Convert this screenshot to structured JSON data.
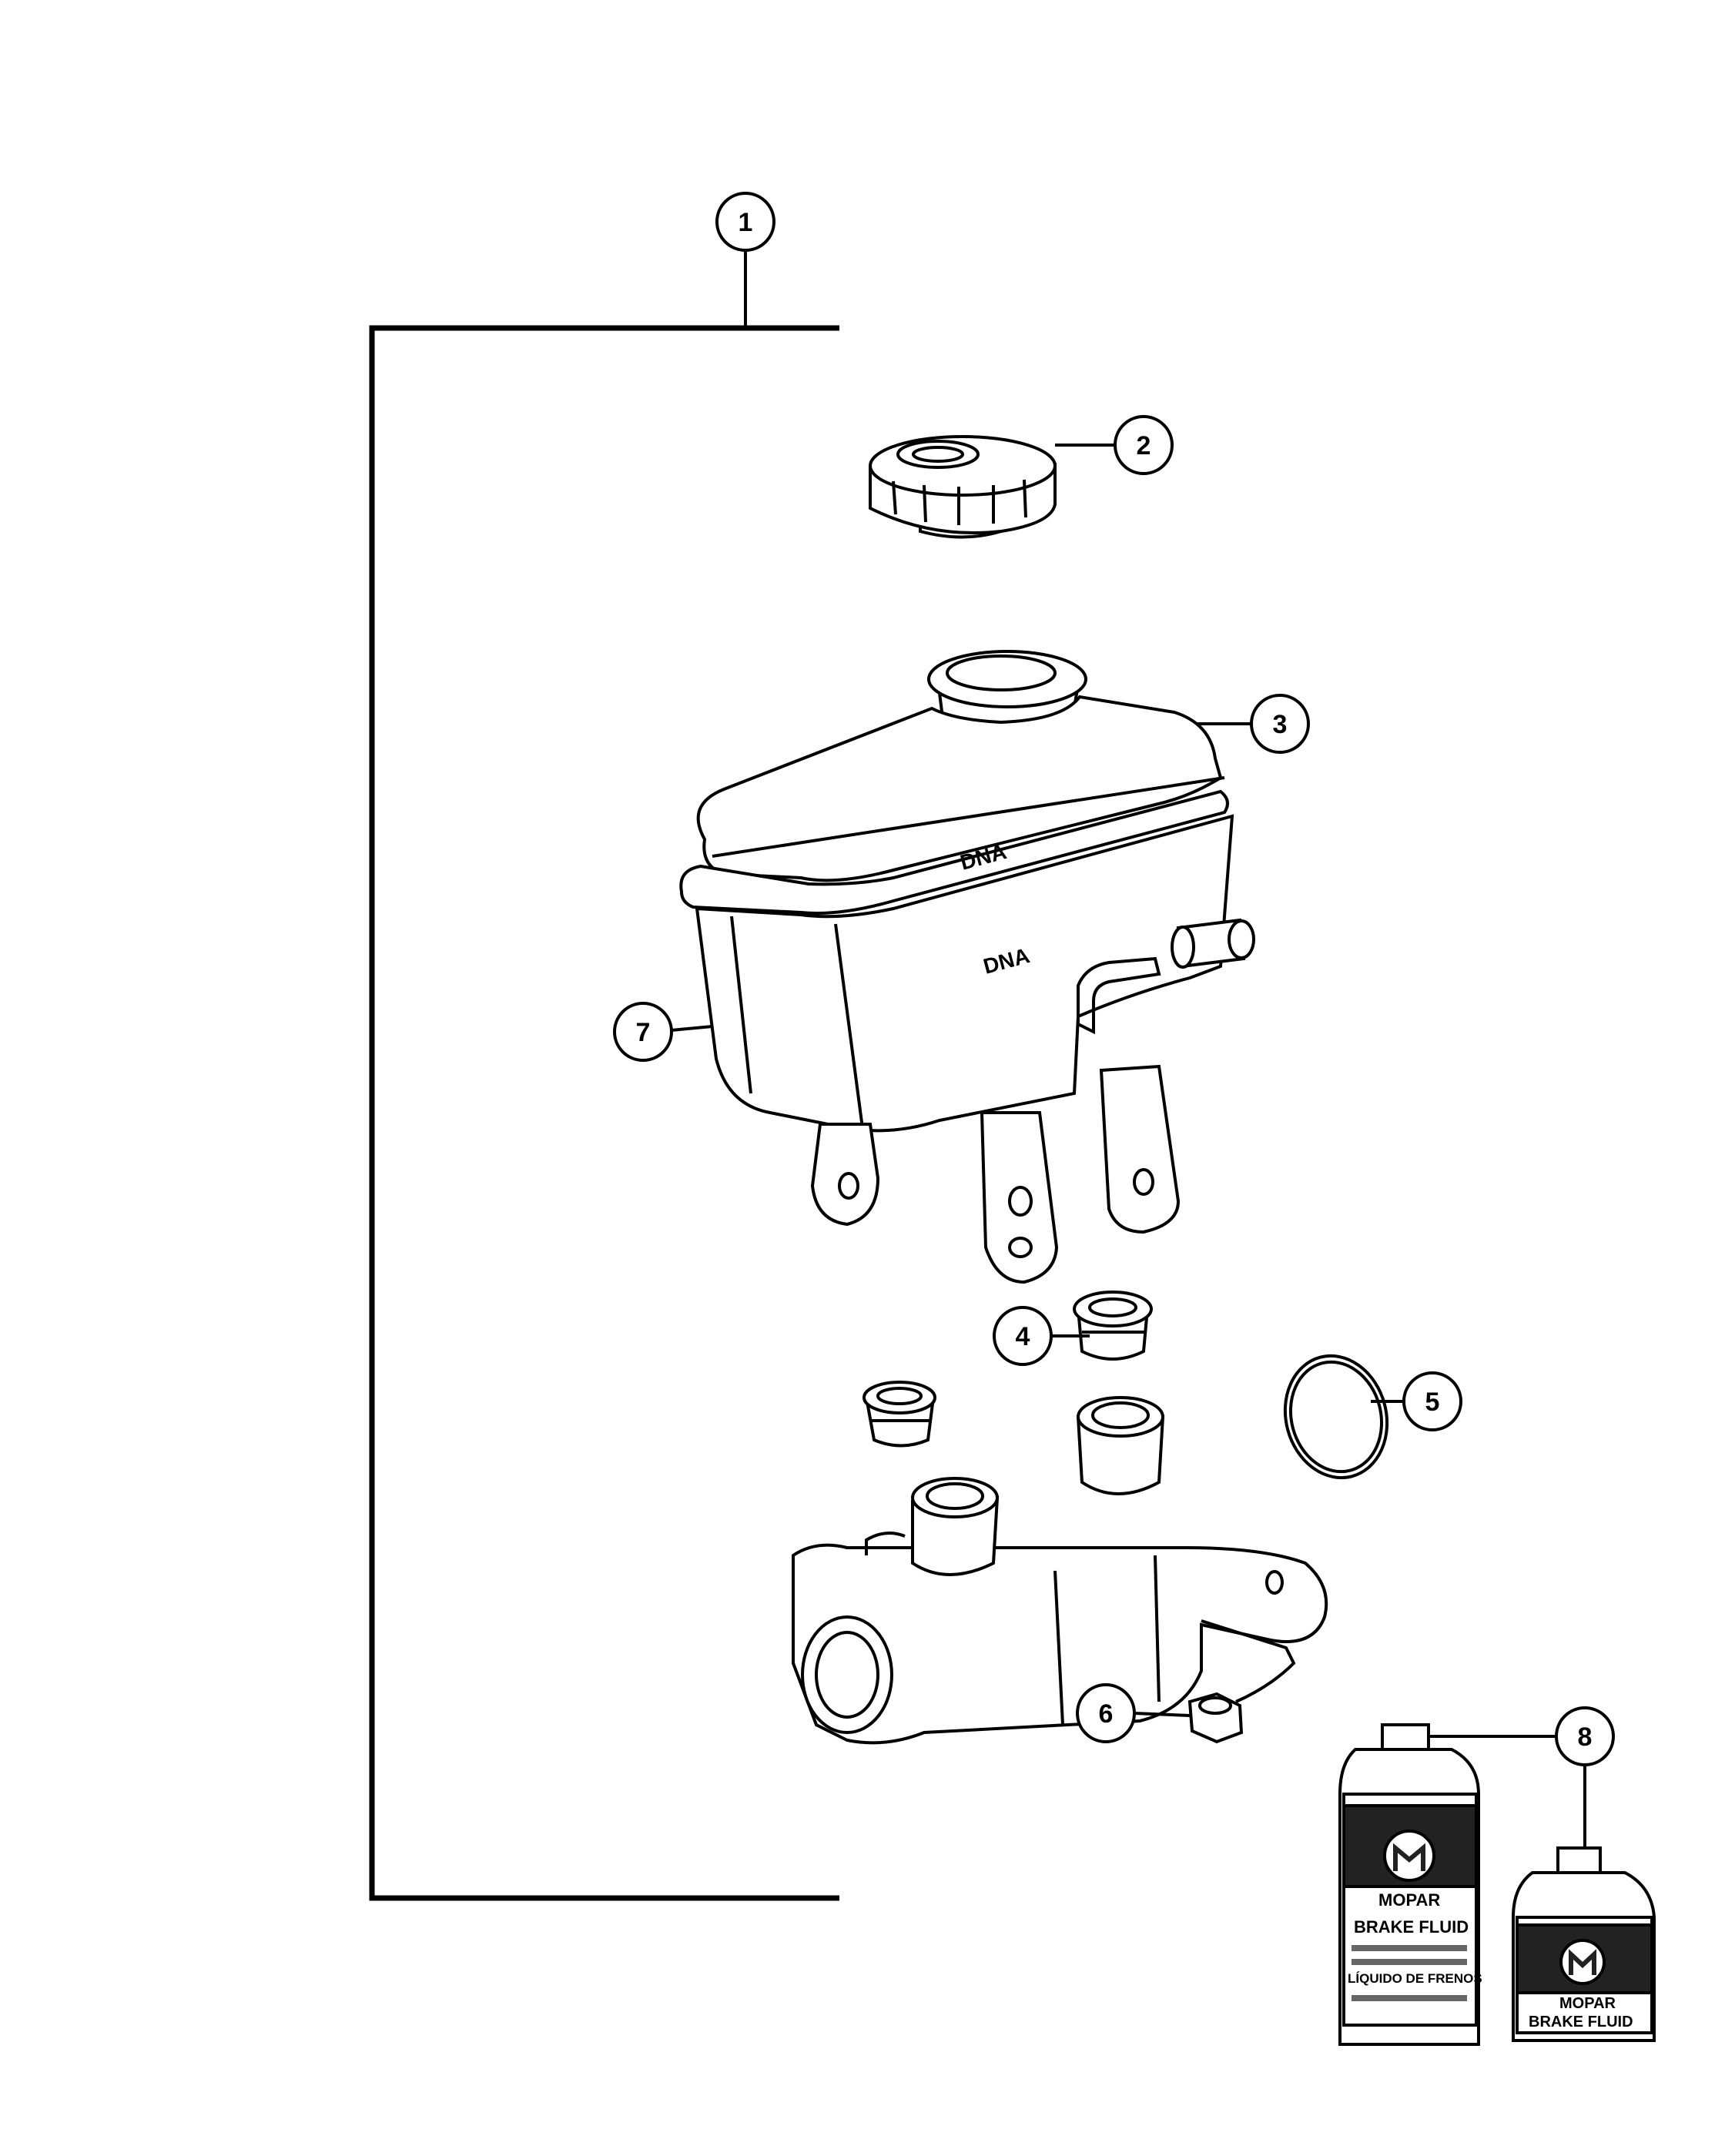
{
  "callouts": [
    {
      "id": 1,
      "label": "1"
    },
    {
      "id": 2,
      "label": "2"
    },
    {
      "id": 3,
      "label": "3"
    },
    {
      "id": 4,
      "label": "4"
    },
    {
      "id": 5,
      "label": "5"
    },
    {
      "id": 6,
      "label": "6"
    },
    {
      "id": 7,
      "label": "7"
    },
    {
      "id": 8,
      "label": "8"
    }
  ],
  "reservoir_logo": "DNA",
  "bottle_large": {
    "brand": "MOPAR",
    "line1": "BRAKE FLUID",
    "line2": "LÍQUIDO DE FRENOS"
  },
  "bottle_small": {
    "brand": "MOPAR",
    "line1": "BRAKE FLUID"
  }
}
